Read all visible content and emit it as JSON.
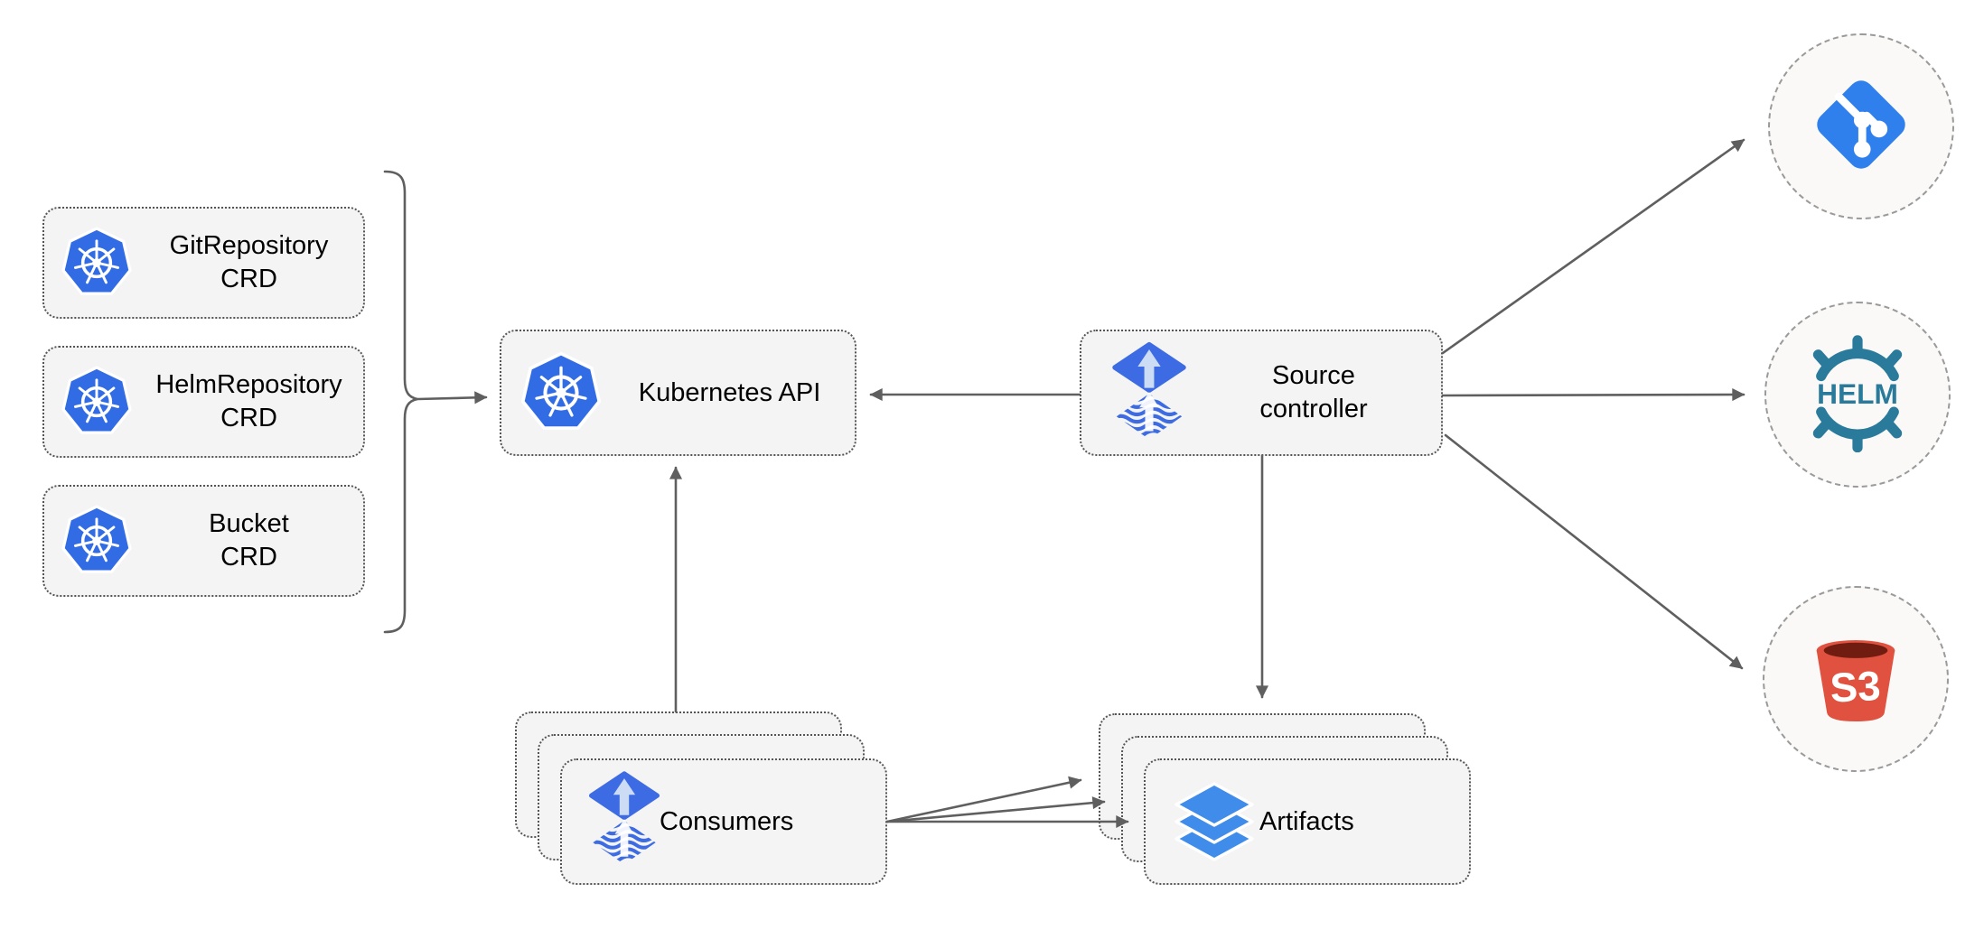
{
  "diagram": {
    "crd_nodes": [
      {
        "label": "GitRepository",
        "sublabel": "CRD"
      },
      {
        "label": "HelmRepository",
        "sublabel": "CRD"
      },
      {
        "label": "Bucket",
        "sublabel": "CRD"
      }
    ],
    "kubernetes_api": {
      "label": "Kubernetes API"
    },
    "source_controller": {
      "line1": "Source",
      "line2": "controller"
    },
    "consumers": {
      "label": "Consumers"
    },
    "artifacts": {
      "label": "Artifacts"
    },
    "external_sources": {
      "helm_text": "HELM",
      "s3_text": "S3"
    },
    "colors": {
      "kubernetes_blue": "#326ce5",
      "flux_blue": "#3d6be3",
      "flux_arrow_light": "#ccdcf5",
      "git_blue": "#2f80ed",
      "helm_teal": "#2a7b9b",
      "s3_red": "#e0523f",
      "s3_dark_red": "#701c11",
      "layers_blue": "#3f8cea",
      "arrow_gray": "#5f5f5f",
      "node_fill": "#f4f4f4",
      "node_border": "#555555",
      "circle_fill": "#faf9f7",
      "circle_border": "#9a9a9a"
    }
  }
}
